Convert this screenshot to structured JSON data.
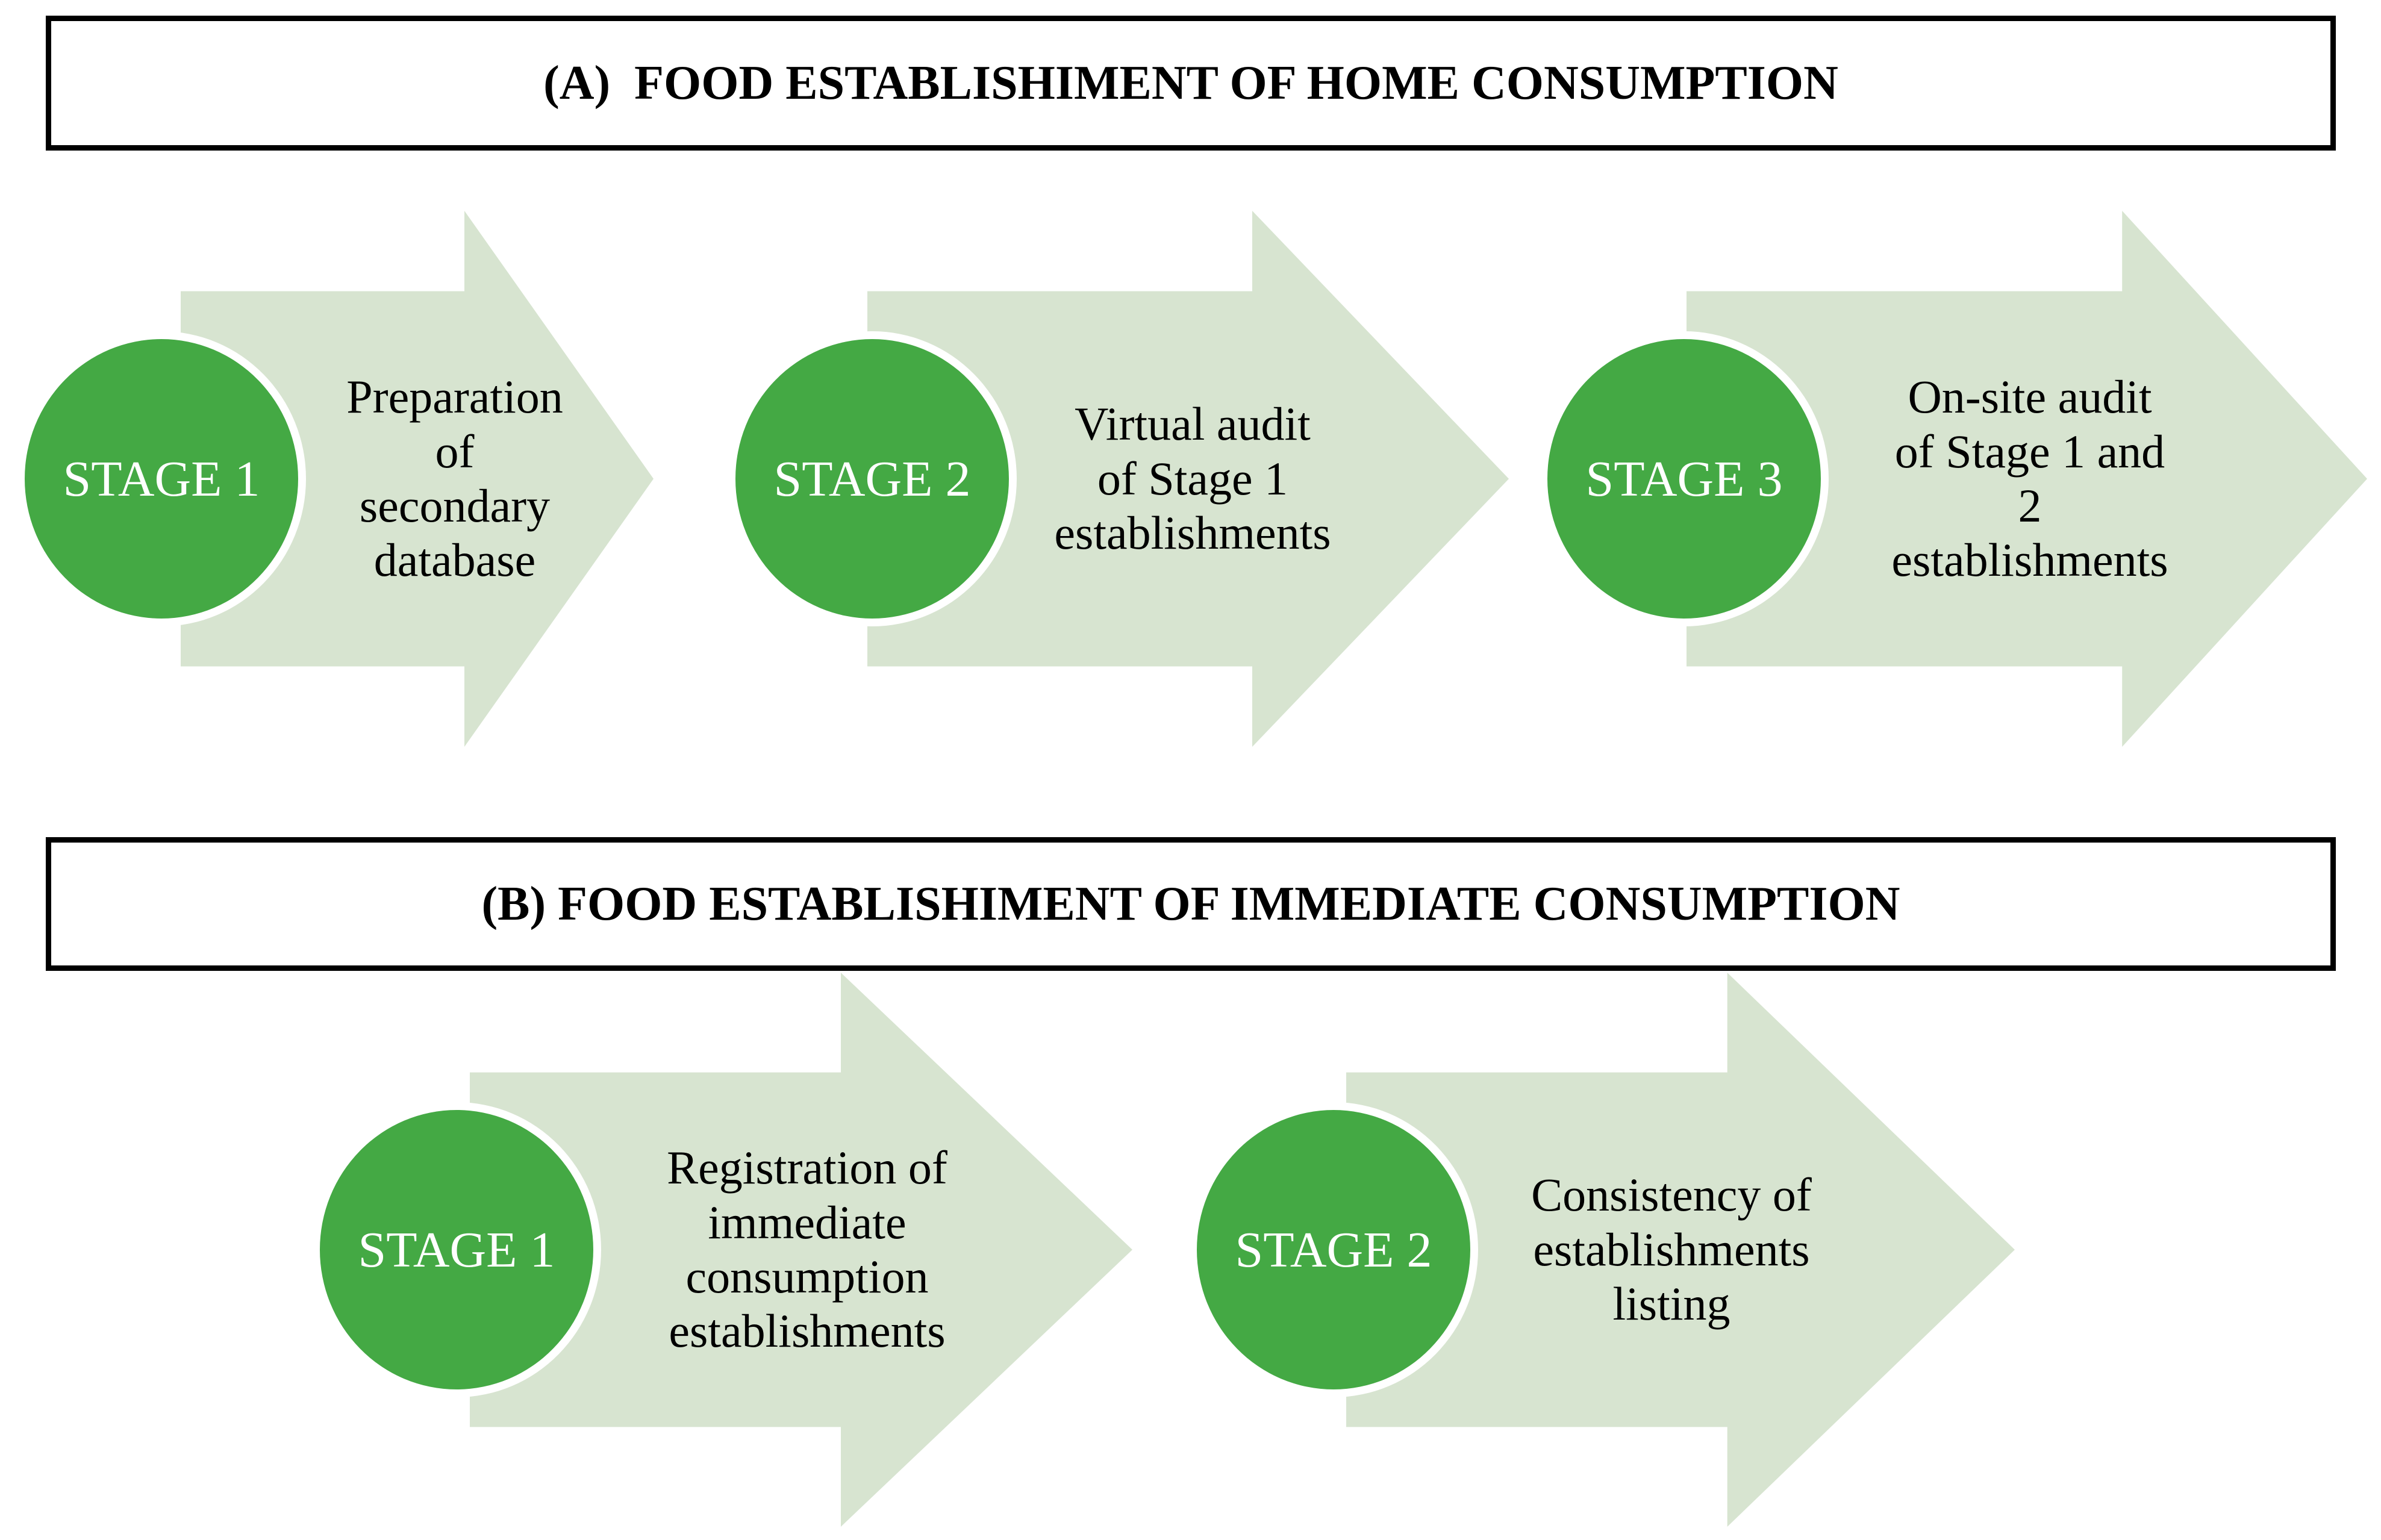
{
  "diagram": {
    "background": "#FFFFFF",
    "colors": {
      "stage_circle_fill": "#44A944",
      "stage_circle_border": "#FFFFFF",
      "arrow_fill": "#D7E4D0",
      "title_box_border": "#000000",
      "title_text_color": "#000000",
      "stage_label_color": "#FFFFFF",
      "description_text_color": "#000000"
    },
    "sections": [
      {
        "id": "A",
        "title": "(A)  FOOD ESTABLISHIMENT OF HOME CONSUMPTION",
        "stages": [
          {
            "label": "STAGE 1",
            "description": "Preparation\nof\nsecondary\ndatabase"
          },
          {
            "label": "STAGE 2",
            "description": "Virtual audit\nof Stage 1\nestablishments"
          },
          {
            "label": "STAGE 3",
            "description": "On-site audit\nof Stage 1 and\n2\nestablishments"
          }
        ]
      },
      {
        "id": "B",
        "title": "(B) FOOD ESTABLISHIMENT OF IMMEDIATE CONSUMPTION",
        "stages": [
          {
            "label": "STAGE 1",
            "description": "Registration of\nimmediate\nconsumption\nestablishments"
          },
          {
            "label": "STAGE 2",
            "description": "Consistency of\nestablishments\nlisting"
          }
        ]
      }
    ]
  }
}
